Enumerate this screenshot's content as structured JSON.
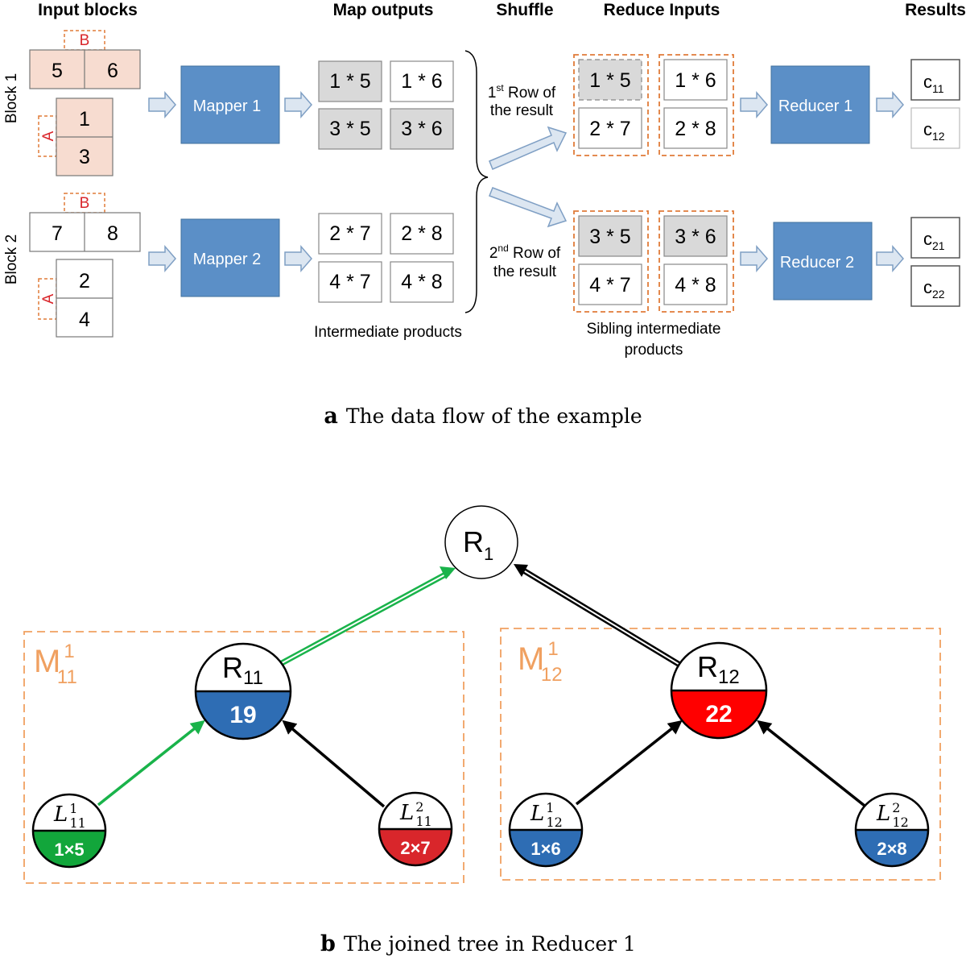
{
  "part_a": {
    "headers": {
      "input_blocks": "Input blocks",
      "map_outputs": "Map outputs",
      "shuffle": "Shuffle",
      "reduce_inputs": "Reduce Inputs",
      "results": "Results"
    },
    "block1": {
      "label": "Block 1",
      "b_label": "B",
      "a_label": "A",
      "row_cells": [
        "5",
        "6"
      ],
      "col_cells": [
        "1",
        "3"
      ]
    },
    "block2": {
      "label": "Block 2",
      "b_label": "B",
      "a_label": "A",
      "row_cells": [
        "7",
        "8"
      ],
      "col_cells": [
        "2",
        "4"
      ]
    },
    "mapper1": "Mapper 1",
    "mapper2": "Mapper 2",
    "map_out1": [
      "1 * 5",
      "1 * 6",
      "3 * 5",
      "3 * 6"
    ],
    "map_out2": [
      "2 * 7",
      "2 * 8",
      "4 * 7",
      "4 * 8"
    ],
    "intermediate_label": "Intermediate products",
    "shuffle_row1": {
      "sup": "st",
      "num": "1",
      "line1": " Row of",
      "line2": "the result"
    },
    "shuffle_row2": {
      "sup": "nd",
      "num": "2",
      "line1": " Row of",
      "line2": "the result"
    },
    "reduce1_inputs": [
      "1 * 5",
      "1 * 6",
      "2 * 7",
      "2 * 8"
    ],
    "reduce2_inputs": [
      "3 * 5",
      "3 * 6",
      "4 * 7",
      "4 * 8"
    ],
    "sibling_label_line1": "Sibling intermediate",
    "sibling_label_line2": "products",
    "reducer1": "Reducer 1",
    "reducer2": "Reducer 2",
    "results1": [
      {
        "base": "c",
        "sub": "11"
      },
      {
        "base": "c",
        "sub": "12"
      }
    ],
    "results2": [
      {
        "base": "c",
        "sub": "21"
      },
      {
        "base": "c",
        "sub": "22"
      }
    ],
    "caption_letter": "a",
    "caption_text": "The data flow of the example"
  },
  "part_b": {
    "root": {
      "base": "R",
      "sub": "1"
    },
    "left_group": {
      "base": "M",
      "sup": "1",
      "sub": "11"
    },
    "right_group": {
      "base": "M",
      "sup": "1",
      "sub": "12"
    },
    "r11": {
      "base": "R",
      "sub": "11",
      "value": "19"
    },
    "r12": {
      "base": "R",
      "sub": "12",
      "value": "22"
    },
    "leaves": [
      {
        "base": "L",
        "sup": "1",
        "sub": "11",
        "value": "1×5"
      },
      {
        "base": "L",
        "sup": "2",
        "sub": "11",
        "value": "2×7"
      },
      {
        "base": "L",
        "sup": "1",
        "sub": "12",
        "value": "1×6"
      },
      {
        "base": "L",
        "sup": "2",
        "sub": "12",
        "value": "2×8"
      }
    ],
    "caption_letter": "b",
    "caption_text": "The joined tree in Reducer 1"
  },
  "colors": {
    "mapper_blue": "#5b8fc7",
    "cell_peach": "#f7dcd0",
    "cell_gray": "#d9d9d9",
    "dashed_orange": "#e07b39",
    "node_blue": "#2e6db4",
    "node_red": "#ff0000",
    "leaf_green": "#12a63b",
    "leaf_red": "#d9262b",
    "arrow_green": "#19b34a"
  }
}
